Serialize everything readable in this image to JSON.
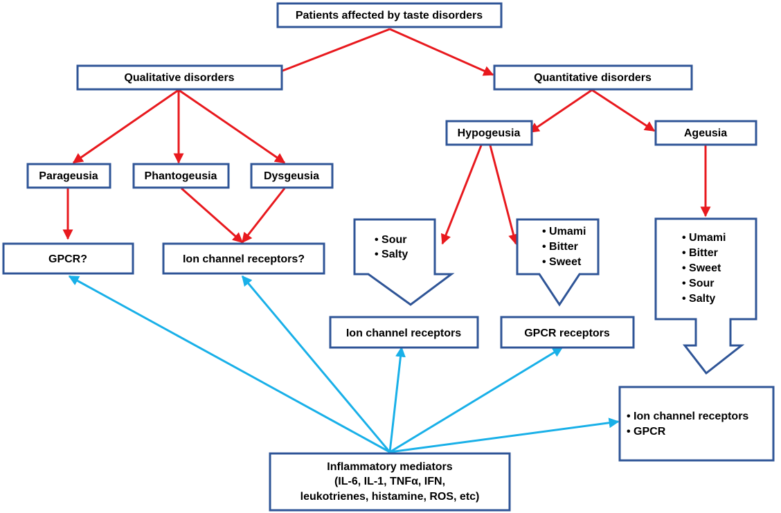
{
  "colors": {
    "box_border": "#2f5597",
    "arrow_red": "#e8191e",
    "arrow_blue": "#19b0e8"
  },
  "root": "Patients affected by taste disorders",
  "qualitative": {
    "title": "Qualitative disorders",
    "parageusia": "Parageusia",
    "phantogeusia": "Phantogeusia",
    "dysgeusia": "Dysgeusia",
    "gpcr_question": "GPCR?",
    "ion_question": "Ion channel receptors?"
  },
  "quantitative": {
    "title": "Quantitative disorders",
    "hypogeusia": "Hypogeusia",
    "ageusia": "Ageusia",
    "hypo_ion_tastes": [
      "• Sour",
      "• Salty"
    ],
    "hypo_gpcr_tastes": [
      "• Umami",
      "• Bitter",
      "• Sweet"
    ],
    "ageusia_tastes": [
      "• Umami",
      "• Bitter",
      "• Sweet",
      "• Sour",
      "• Salty"
    ],
    "ion_receptors": "Ion channel receptors",
    "gpcr_receptors": "GPCR receptors",
    "ageusia_receptors": [
      "• Ion channel receptors",
      "• GPCR"
    ]
  },
  "mediators": [
    "Inflammatory mediators",
    "(IL-6, IL-1, TNFα, IFN,",
    "leukotrienes, histamine, ROS, etc)"
  ]
}
